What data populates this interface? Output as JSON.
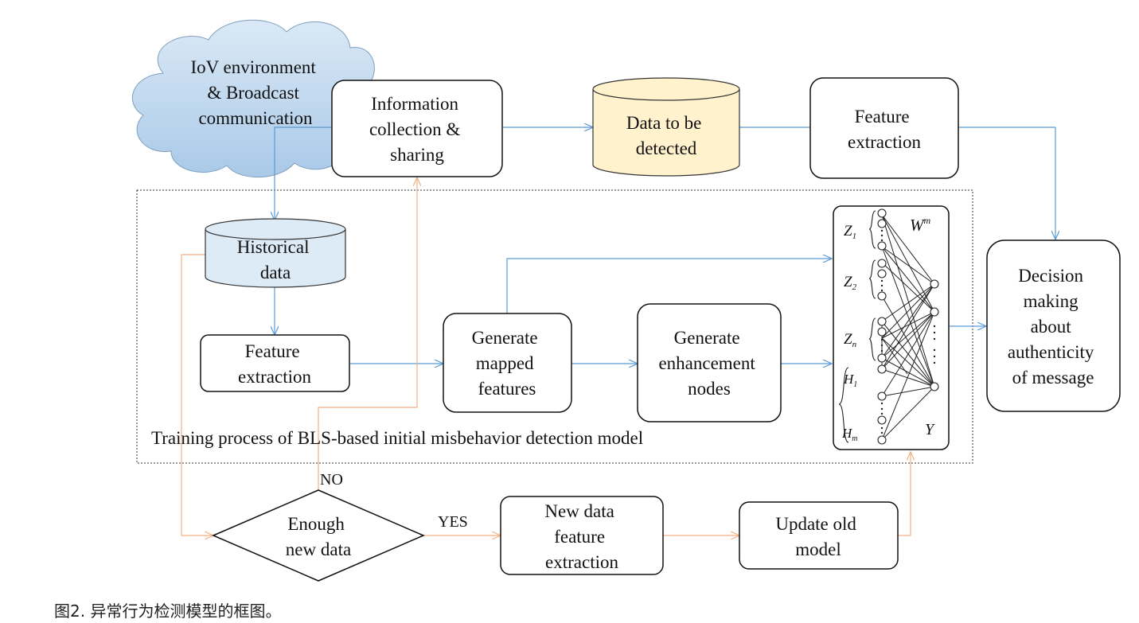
{
  "cloud": {
    "lines": [
      "IoV environment",
      "& Broadcast",
      "communication"
    ]
  },
  "info_collection": {
    "lines": [
      "Information",
      "collection &",
      "sharing"
    ]
  },
  "data_to_detect": {
    "lines": [
      "Data to be",
      "detected"
    ]
  },
  "feature_extraction_top": {
    "lines": [
      "Feature",
      "extraction"
    ]
  },
  "historical_data": {
    "lines": [
      "Historical",
      "data"
    ]
  },
  "feature_extraction_inner": {
    "lines": [
      "Feature",
      "extraction"
    ]
  },
  "generate_mapped": {
    "lines": [
      "Generate",
      "mapped",
      "features"
    ]
  },
  "generate_enhancement": {
    "lines": [
      "Generate",
      "enhancement",
      "nodes"
    ]
  },
  "decision": {
    "lines": [
      "Decision",
      "making",
      "about",
      "authenticity",
      "of message"
    ]
  },
  "training_label": "Training process of BLS-based initial misbehavior detection model",
  "enough_data": {
    "lines": [
      "Enough",
      "new data"
    ]
  },
  "new_data_feature": {
    "lines": [
      "New data",
      "feature",
      "extraction"
    ]
  },
  "update_model": {
    "lines": [
      "Update old",
      "model"
    ]
  },
  "yes_label": "YES",
  "no_label": "NO",
  "network": {
    "z1": "Z",
    "z1_sub": "1",
    "z2": "Z",
    "z2_sub": "2",
    "zn": "Z",
    "zn_sub": "n",
    "h1": "H",
    "h1_sub": "1",
    "hm": "H",
    "hm_sub": "m",
    "w": "W",
    "w_sup": "m",
    "y": "Y"
  },
  "caption": "图2. 异常行为检测模型的框图。",
  "colors": {
    "blue_line": "#5b9bd5",
    "orange_line": "#f4b183",
    "cloud_fill": "#bdd7ee",
    "db_yellow": "#fff2cc",
    "db_blue": "#ddebf7"
  }
}
